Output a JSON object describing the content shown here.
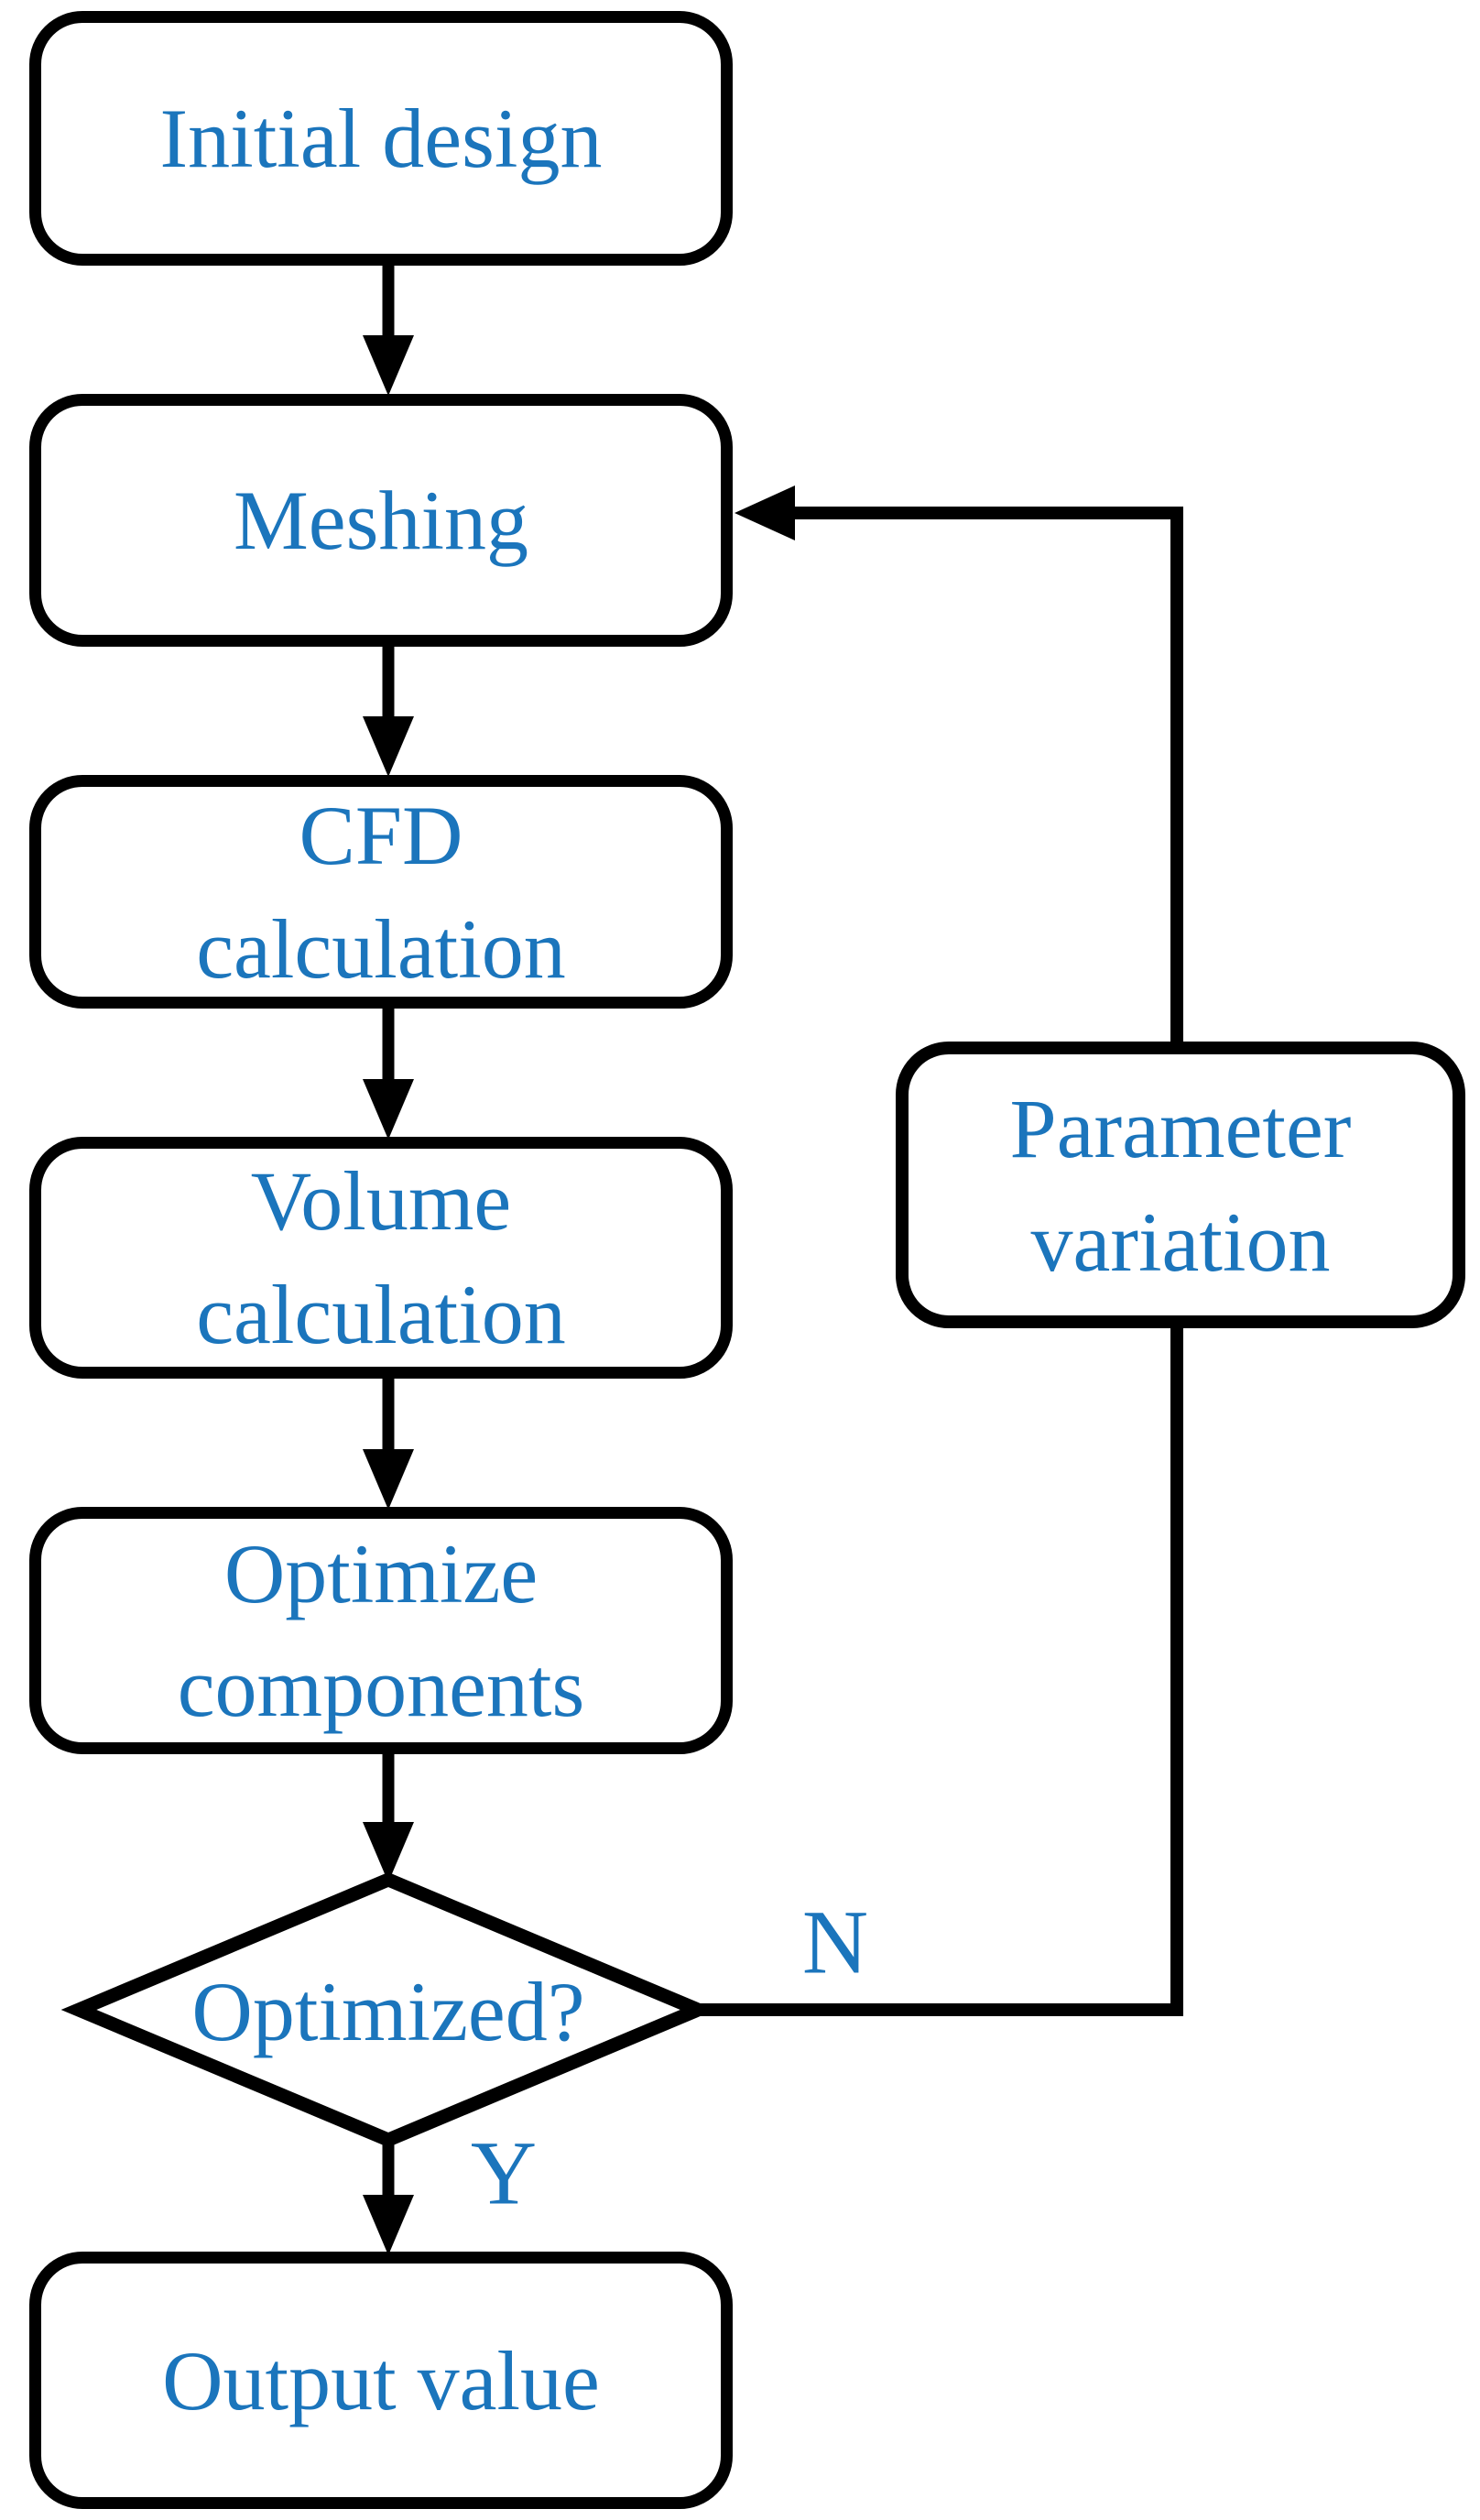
{
  "colors": {
    "text": "#1b75bc",
    "line": "#000000",
    "background": "#ffffff"
  },
  "nodes": {
    "initial_design": {
      "shape": "rounded-rect",
      "label": "Initial design"
    },
    "meshing": {
      "shape": "rounded-rect",
      "label": "Meshing"
    },
    "cfd_calculation": {
      "shape": "rounded-rect",
      "line1": "CFD",
      "line2": "calculation"
    },
    "volume_calculation": {
      "shape": "rounded-rect",
      "line1": "Volume",
      "line2": "calculation"
    },
    "optimize_components": {
      "shape": "rounded-rect",
      "line1": "Optimize",
      "line2": "components"
    },
    "decision": {
      "shape": "diamond",
      "label": "Optimized?"
    },
    "output_value": {
      "shape": "rounded-rect",
      "label": "Output value"
    },
    "parameter_variation": {
      "shape": "rounded-rect",
      "line1": "Parameter",
      "line2": "variation"
    }
  },
  "edges": {
    "no_label": "N",
    "yes_label": "Y"
  }
}
